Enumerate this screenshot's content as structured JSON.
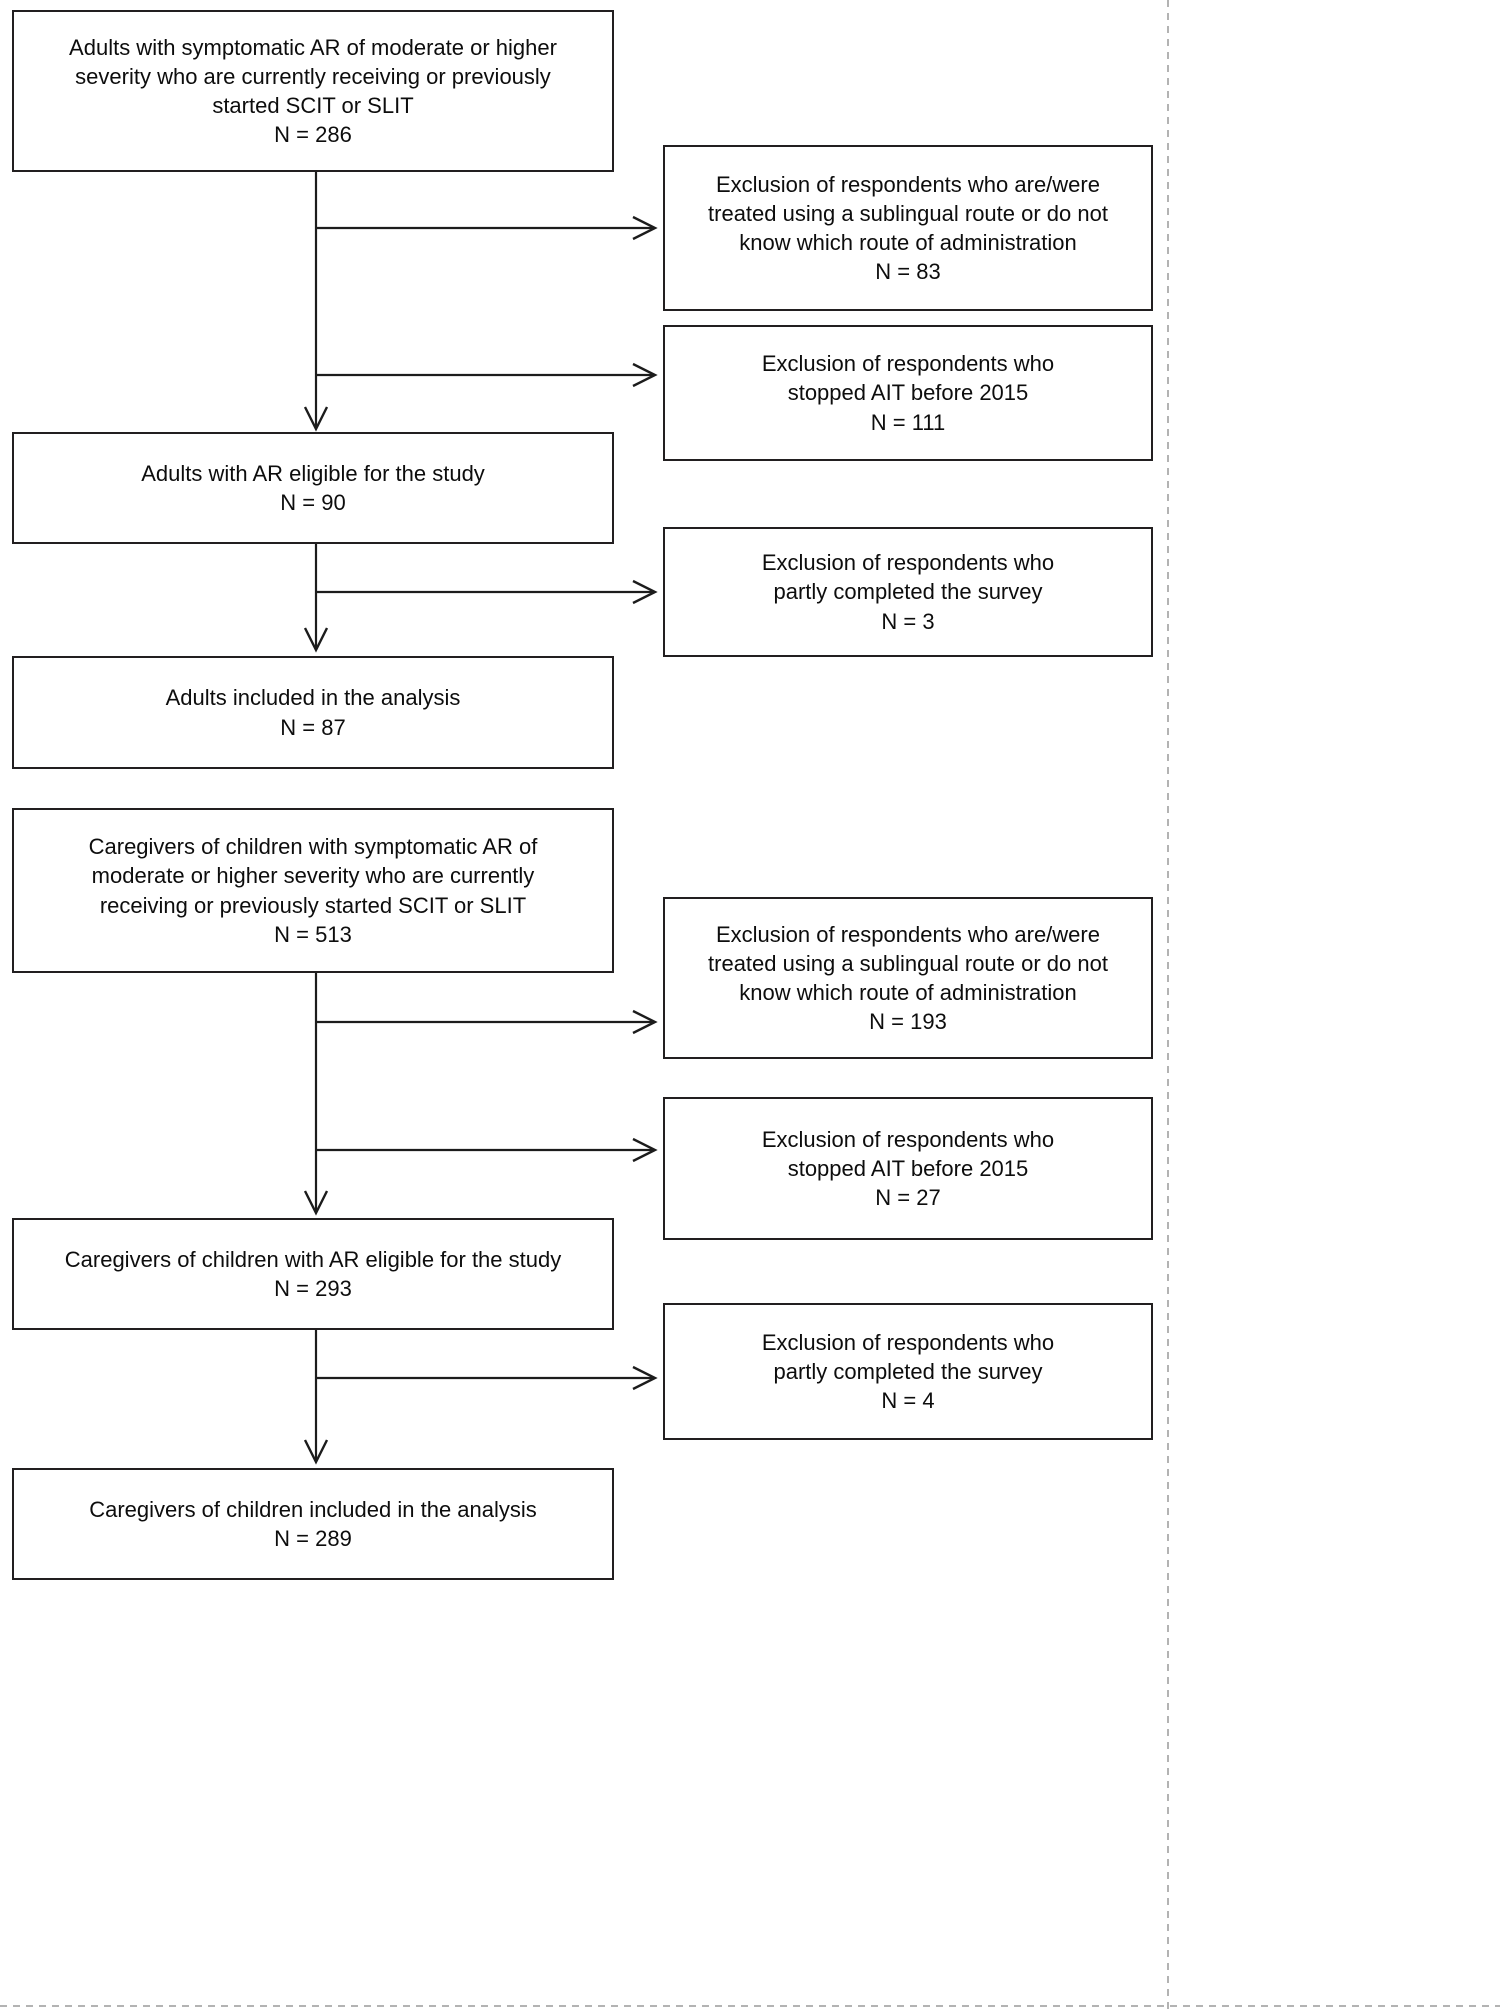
{
  "figure_kind": "flowchart",
  "colors": {
    "background": "#ffffff",
    "box_border": "#221f20",
    "arrow_line": "#1c1c1c",
    "text": "#0d0d0d",
    "page_border_dash": "#9a9a9a"
  },
  "boxes": {
    "adults_initial": {
      "text": "Adults with symptomatic AR of moderate or higher\nseverity who are currently receiving or previously\nstarted SCIT or SLIT",
      "n": "N = 286"
    },
    "adults_excl_route": {
      "text": "Exclusion of respondents who are/were\ntreated using a sublingual route or do not\nknow which route of administration",
      "n": "N = 83"
    },
    "adults_excl_stopped": {
      "text": "Exclusion of respondents who\nstopped AIT before 2015",
      "n": "N = 111"
    },
    "adults_eligible": {
      "text": "Adults with AR eligible for the study",
      "n": "N = 90"
    },
    "adults_excl_partial": {
      "text": "Exclusion of respondents who\npartly completed the survey",
      "n": "N = 3"
    },
    "adults_included": {
      "text": "Adults included in the analysis",
      "n": "N = 87"
    },
    "caregivers_initial": {
      "text": "Caregivers of children with symptomatic AR of\nmoderate or higher severity who are currently\nreceiving or previously started SCIT or SLIT",
      "n": "N = 513"
    },
    "caregivers_excl_route": {
      "text": "Exclusion of respondents who are/were\ntreated using a sublingual route or do not\nknow which route of administration",
      "n": "N = 193"
    },
    "caregivers_excl_stopped": {
      "text": "Exclusion of respondents who\nstopped AIT before 2015",
      "n": "N = 27"
    },
    "caregivers_eligible": {
      "text": "Caregivers of children with AR eligible for the study",
      "n": "N = 293"
    },
    "caregivers_excl_partial": {
      "text": "Exclusion of respondents who\npartly completed the survey",
      "n": "N = 4"
    },
    "caregivers_included": {
      "text": "Caregivers of children included in the analysis",
      "n": "N = 289"
    }
  }
}
